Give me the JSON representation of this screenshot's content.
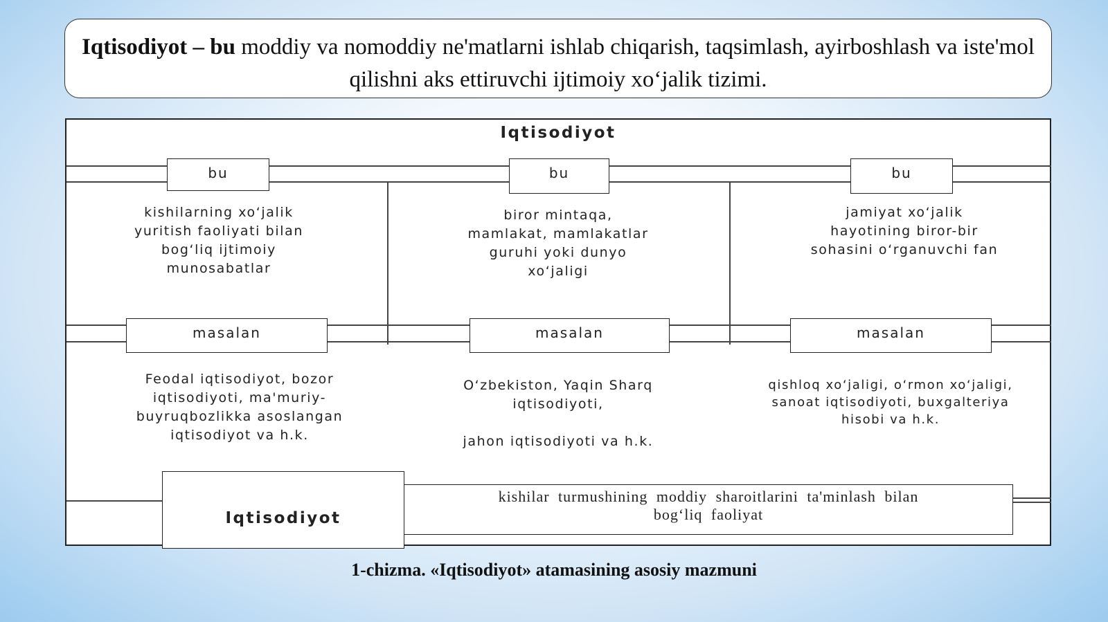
{
  "definition": {
    "term": "Iqtisodiyot – bu",
    "text": " moddiy va nomoddiy ne'matlarni ishlab chiqarish, taqsimlash, ayirboshlash va iste'mol qilishni aks ettiruvchi ijtimoiy xoʻjalik tizimi."
  },
  "diagram": {
    "title": "Iqtisodiyot",
    "columns": [
      {
        "bu_label": "bu",
        "meaning": "kishilarning xoʻjalik\nyuritish faoliyati bilan\nbogʻliq ijtimoiy\nmunosabatlar",
        "masalan_label": "masalan",
        "examples": "Feodal iqtisodiyot, bozor\niqtisodiyoti, ma'muriy-\nbuyruqbozlikka asoslangan\niqtisodiyot va h.k."
      },
      {
        "bu_label": "bu",
        "meaning": "biror mintaqa,\nmamlakat, mamlakatlar\nguruhi yoki dunyo\nxoʻjaligi",
        "masalan_label": "masalan",
        "examples": "Oʻzbekiston, Yaqin Sharq\niqtisodiyoti,\n\njahon iqtisodiyoti va h.k."
      },
      {
        "bu_label": "bu",
        "meaning": "jamiyat xoʻjalik\nhayotining biror-bir\nsohasini oʻrganuvchi fan",
        "masalan_label": "masalan",
        "examples": "qishloq xoʻjaligi, oʻrmon xoʻjaligi,\nsanoat iqtisodiyoti, buxgalteriya\nhisobi va h.k."
      }
    ],
    "bottom_term": "Iqtisodiyot",
    "bottom_definition": "kishilar turmushining moddiy sharoitlarini ta'minlash bilan\nbogʻliq faoliyat"
  },
  "caption": "1-chizma. «Iqtisodiyot» atamasining asosiy mazmuni"
}
